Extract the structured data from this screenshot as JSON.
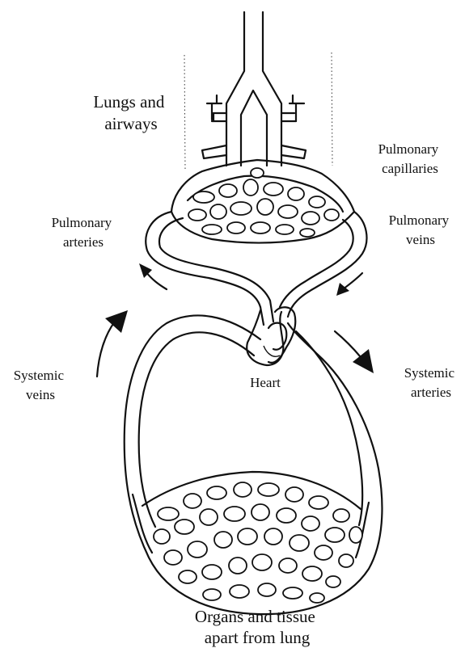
{
  "labels": {
    "lungs": [
      "Lungs and",
      "airways"
    ],
    "pulmonary_capillaries": [
      "Pulmonary",
      "capillaries"
    ],
    "pulmonary_arteries": [
      "Pulmonary",
      "arteries"
    ],
    "pulmonary_veins": [
      "Pulmonary",
      "veins"
    ],
    "systemic_veins": [
      "Systemic",
      "veins"
    ],
    "systemic_arteries": [
      "Systemic",
      "arteries"
    ],
    "heart": "Heart",
    "organs": [
      "Organs and tissue",
      "apart from lung"
    ]
  },
  "colors": {
    "ink": "#111111",
    "background": "#ffffff"
  },
  "arrows": [
    "pulmonary-artery-flow-arrow",
    "pulmonary-vein-flow-arrow",
    "systemic-vein-flow-arrow",
    "systemic-artery-flow-arrow"
  ]
}
